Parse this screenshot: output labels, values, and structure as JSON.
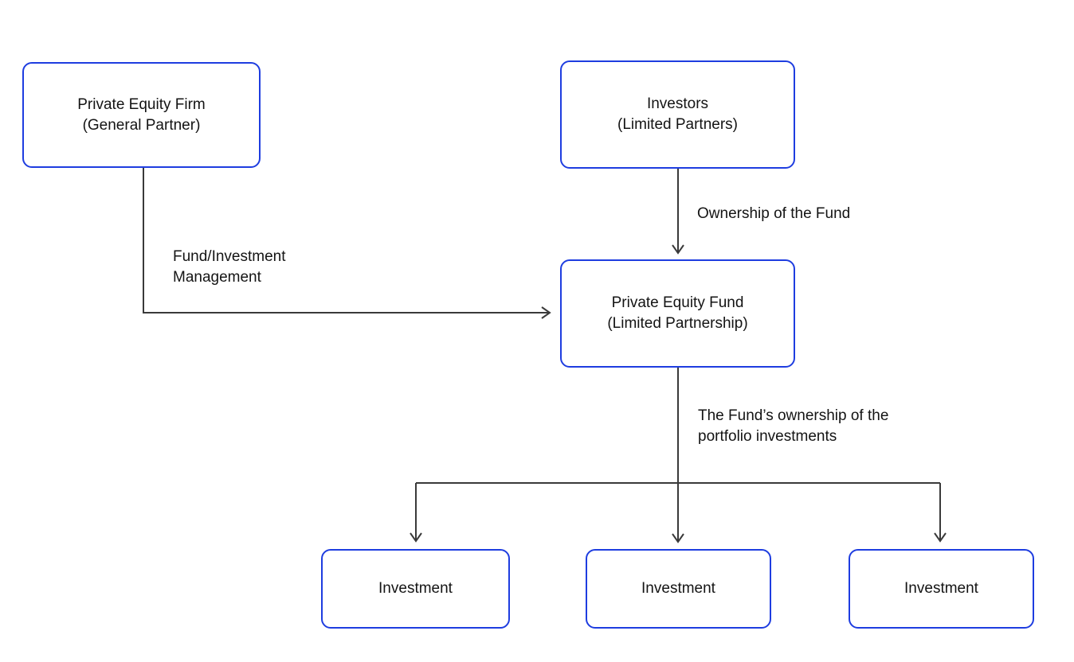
{
  "diagram": {
    "background": "#ffffff",
    "colors": {
      "node_border": "#1e3de0",
      "node_fill": "#ffffff",
      "connector": "#3a3a3a",
      "text": "#141414"
    },
    "nodes": {
      "pe_firm": {
        "line1": "Private Equity Firm",
        "line2": "(General Partner)"
      },
      "investors": {
        "line1": "Investors",
        "line2": "(Limited Partners)"
      },
      "pe_fund": {
        "line1": "Private Equity Fund",
        "line2": "(Limited Partnership)"
      },
      "investment_1": {
        "label": "Investment"
      },
      "investment_2": {
        "label": "Investment"
      },
      "investment_3": {
        "label": "Investment"
      }
    },
    "edge_labels": {
      "ownership": "Ownership of the Fund",
      "management_line1": "Fund/Investment",
      "management_line2": "Management",
      "fund_ownership_line1": "The Fund’s ownership of the",
      "fund_ownership_line2": "portfolio investments"
    }
  }
}
